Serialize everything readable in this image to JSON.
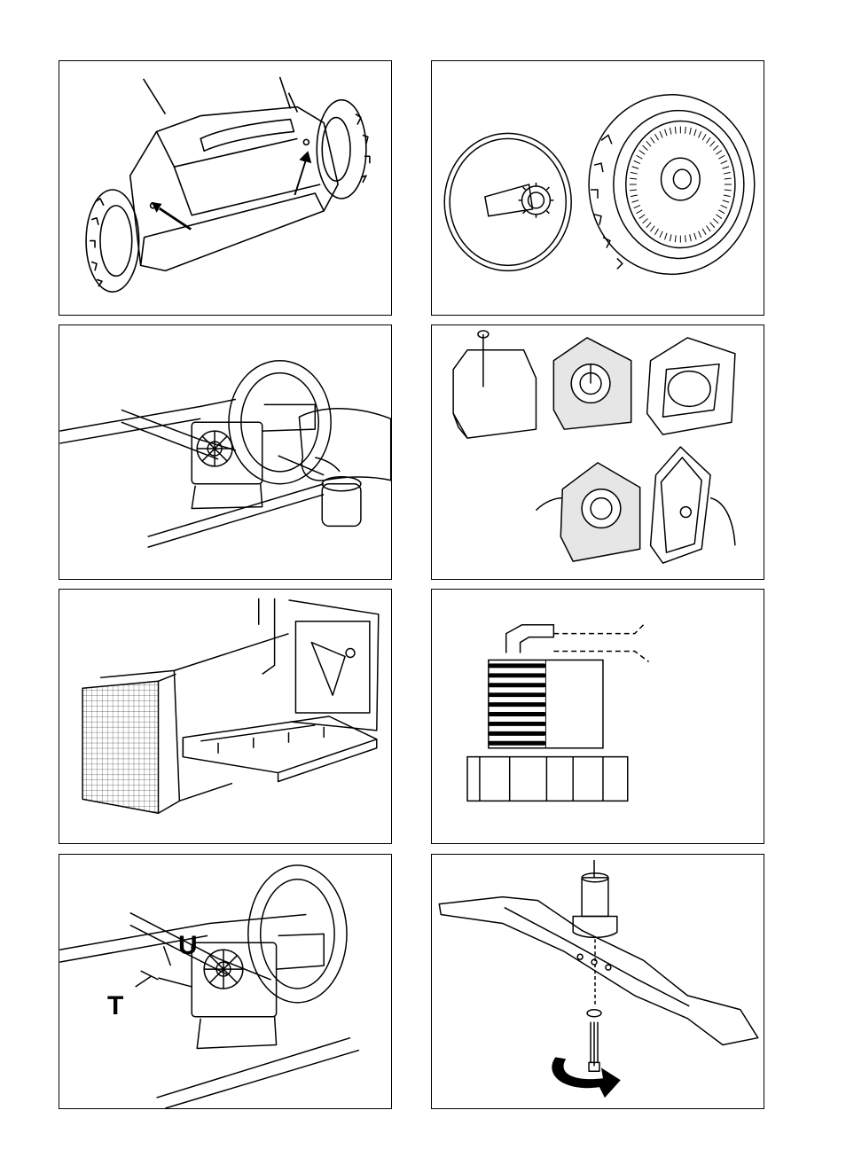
{
  "figures": [
    {
      "subject": "mower-rear-wheels"
    },
    {
      "subject": "wheel-gear-disassembly"
    },
    {
      "subject": "gearbox-lubrication"
    },
    {
      "subject": "air-filter-cover-foam"
    },
    {
      "subject": "paper-air-filter-housing"
    },
    {
      "subject": "spark-plug"
    },
    {
      "subject": "gearbox-belt-callouts"
    },
    {
      "subject": "cutting-blade-mounting"
    }
  ],
  "callouts": {
    "t_label": "T",
    "u_label": "U"
  },
  "colors": {
    "line": "#000000",
    "paper": "#ffffff",
    "filter_fill": "#e6e6e6"
  }
}
